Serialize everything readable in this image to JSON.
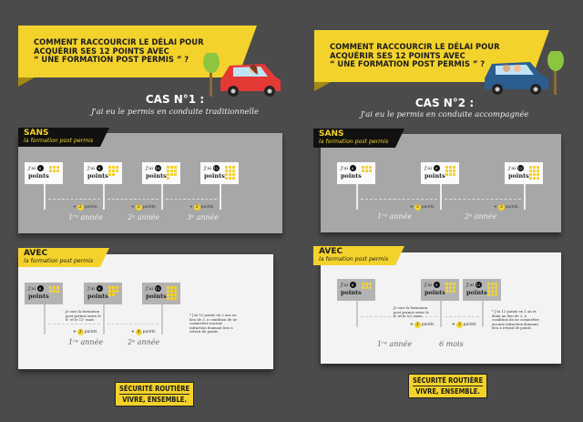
{
  "colors": {
    "accent": "#f4d22c",
    "background": "#4b4b4b"
  },
  "left": {
    "title_lines": [
      "COMMENT RACCOURCIR LE DÉLAI POUR",
      "ACQUÉRIR SES 12 POINTS AVEC",
      "“ UNE FORMATION POST PERMIS ” ?"
    ],
    "case_title": "CAS N°1 :",
    "case_subtitle": "J'ai eu le permis en conduite traditionnelle",
    "sans": {
      "heading": "SANS",
      "subheading": "la formation post permis",
      "signs": [
        {
          "prefix": "J'ai",
          "num": "6",
          "word": "points",
          "dots": 6
        },
        {
          "prefix": "J'ai",
          "num": "8",
          "word": "points",
          "dots": 8
        },
        {
          "prefix": "J'ai",
          "num": "10",
          "word": "points",
          "dots": 10
        },
        {
          "prefix": "J'ai",
          "num": "12",
          "word": "points",
          "dots": 12
        }
      ],
      "increments": [
        {
          "plus": "+",
          "num": "2",
          "word": "points"
        },
        {
          "plus": "+",
          "num": "2",
          "word": "points"
        },
        {
          "plus": "+",
          "num": "2",
          "word": "points"
        }
      ],
      "years": [
        "1ʳᵉ année",
        "2ᵉ année",
        "3ᵉ année"
      ]
    },
    "avec": {
      "heading": "AVEC",
      "subheading": "la formation post permis",
      "signs": [
        {
          "prefix": "J'ai",
          "num": "6",
          "word": "points",
          "dots": 6
        },
        {
          "prefix": "J'ai",
          "num": "8",
          "word": "points",
          "dots": 8
        },
        {
          "prefix": "J'ai",
          "num": "12",
          "word": "points*",
          "dots": 12
        }
      ],
      "increments": [
        {
          "plus": "+",
          "num": "2",
          "word": "points"
        },
        {
          "plus": "+",
          "num": "4",
          "word": "points"
        }
      ],
      "training_note": "Je suis la formation post permis entre le 6ᵉ et le 12ᵉ mois",
      "footnote": "* J'ai 12 points en 2 ans au lieu de 3, à condition de ne commettre aucune infraction donnant lieu à retrait de points",
      "years": [
        "1ʳᵉ année",
        "2ᵉ année"
      ]
    },
    "logo": [
      "SÉCURITÉ ROUTIÈRE",
      "VIVRE, ENSEMBLE."
    ]
  },
  "right": {
    "title_lines": [
      "COMMENT RACCOURCIR LE DÉLAI POUR",
      "ACQUÉRIR SES 12 POINTS AVEC",
      "“ UNE FORMATION POST PERMIS ” ?"
    ],
    "case_title": "CAS N°2 :",
    "case_subtitle": "J'ai eu le permis en conduite accompagnée",
    "sans": {
      "heading": "SANS",
      "subheading": "la formation post permis",
      "signs": [
        {
          "prefix": "J'ai",
          "num": "6",
          "word": "points",
          "dots": 6
        },
        {
          "prefix": "J'ai",
          "num": "9",
          "word": "points",
          "dots": 9
        },
        {
          "prefix": "J'ai",
          "num": "12",
          "word": "points",
          "dots": 12
        }
      ],
      "increments": [
        {
          "plus": "+",
          "num": "3",
          "word": "points"
        },
        {
          "plus": "+",
          "num": "3",
          "word": "points"
        }
      ],
      "years": [
        "1ʳᵉ année",
        "2ᵉ année"
      ]
    },
    "avec": {
      "heading": "AVEC",
      "subheading": "la formation post permis",
      "signs": [
        {
          "prefix": "J'ai",
          "num": "6",
          "word": "points",
          "dots": 6
        },
        {
          "prefix": "J'ai",
          "num": "9",
          "word": "points",
          "dots": 9
        },
        {
          "prefix": "J'ai",
          "num": "12",
          "word": "points*",
          "dots": 12
        }
      ],
      "increments": [
        {
          "plus": "+",
          "num": "3",
          "word": "points"
        },
        {
          "plus": "+",
          "num": "3",
          "word": "points"
        }
      ],
      "training_note": "Je suis la formation post permis entre le 6ᵉ et le 12ᵉ mois",
      "footnote": "* J'ai 12 points en 1 an et demi au lieu de 2, à condition de ne commettre aucune infraction donnant lieu à retrait de points",
      "years": [
        "1ʳᵉ année",
        "6 mois"
      ]
    },
    "logo": [
      "SÉCURITÉ ROUTIÈRE",
      "VIVRE, ENSEMBLE."
    ]
  }
}
